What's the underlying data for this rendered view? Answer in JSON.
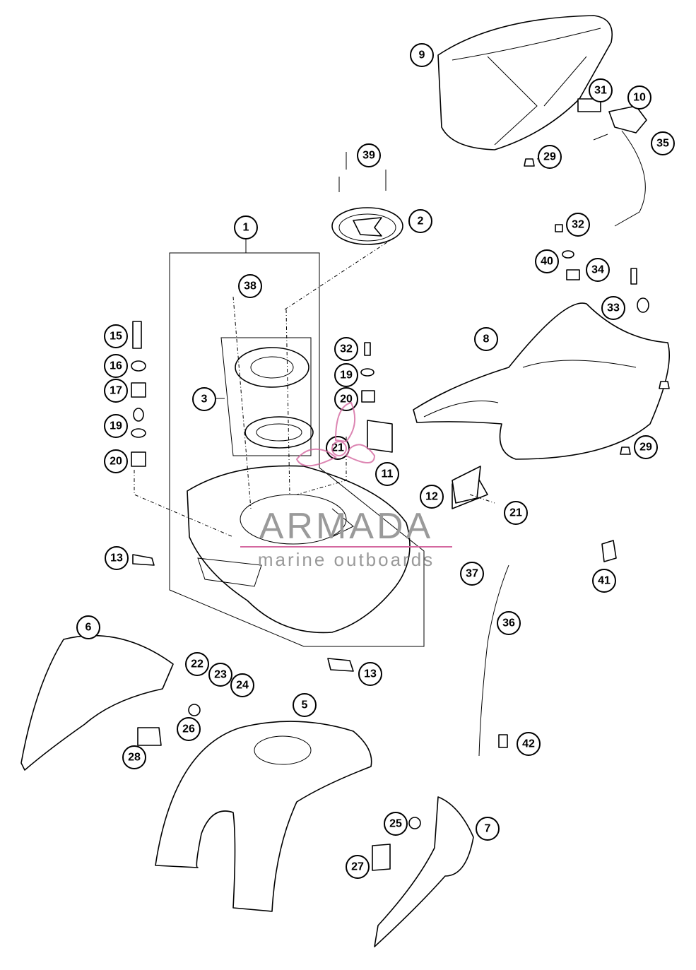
{
  "callouts": [
    "1",
    "2",
    "3",
    "5",
    "6",
    "7",
    "8",
    "9",
    "10",
    "11",
    "12",
    "13",
    "13",
    "15",
    "16",
    "17",
    "19",
    "19",
    "20",
    "20",
    "21",
    "21",
    "22",
    "23",
    "24",
    "25",
    "26",
    "27",
    "28",
    "29",
    "29",
    "31",
    "32",
    "32",
    "33",
    "34",
    "35",
    "36",
    "37",
    "38",
    "39",
    "40",
    "41",
    "42"
  ],
  "watermark": {
    "name": "ARMADA",
    "tagline": "marine outboards",
    "color": "#d4679f"
  }
}
